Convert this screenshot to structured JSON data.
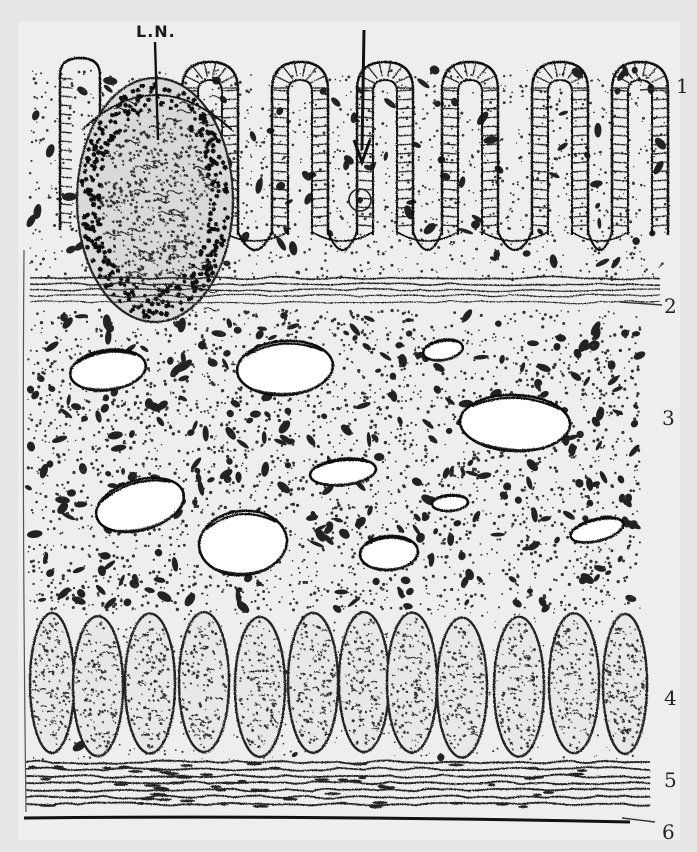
{
  "figure": {
    "node_label": "L.N.",
    "layer_labels": [
      {
        "id": "1",
        "text": "1"
      },
      {
        "id": "2",
        "text": "2"
      },
      {
        "id": "3",
        "text": "3"
      },
      {
        "id": "4",
        "text": "4"
      },
      {
        "id": "5",
        "text": "5"
      },
      {
        "id": "6",
        "text": "6"
      }
    ]
  }
}
